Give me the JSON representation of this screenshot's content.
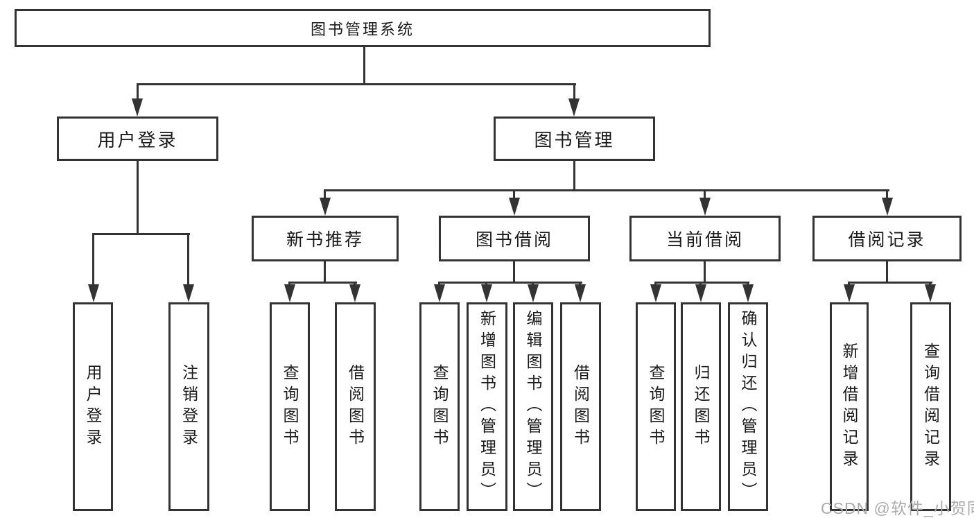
{
  "diagram": {
    "title_note": "functional structure diagram",
    "root": "图书管理系统",
    "branches": [
      {
        "label": "用户登录",
        "children": [
          "用户登录",
          "注销登录"
        ]
      },
      {
        "label": "图书管理",
        "modules": [
          {
            "label": "新书推荐",
            "children": [
              "查询图书",
              "借阅图书"
            ]
          },
          {
            "label": "图书借阅",
            "children": [
              "查询图书",
              "新增图书（管理员）",
              "编辑图书（管理员）",
              "借阅图书"
            ]
          },
          {
            "label": "当前借阅",
            "children": [
              "查询图书",
              "归还图书",
              "确认归还（管理员）"
            ]
          },
          {
            "label": "借阅记录",
            "children": [
              "新增借阅记录",
              "查询借阅记录"
            ]
          }
        ]
      }
    ],
    "colors": {
      "line": "#333333",
      "box_fill": "#ffffff",
      "text": "#1a1a1a"
    }
  },
  "watermark": "CSDN @软件_小贺同学"
}
